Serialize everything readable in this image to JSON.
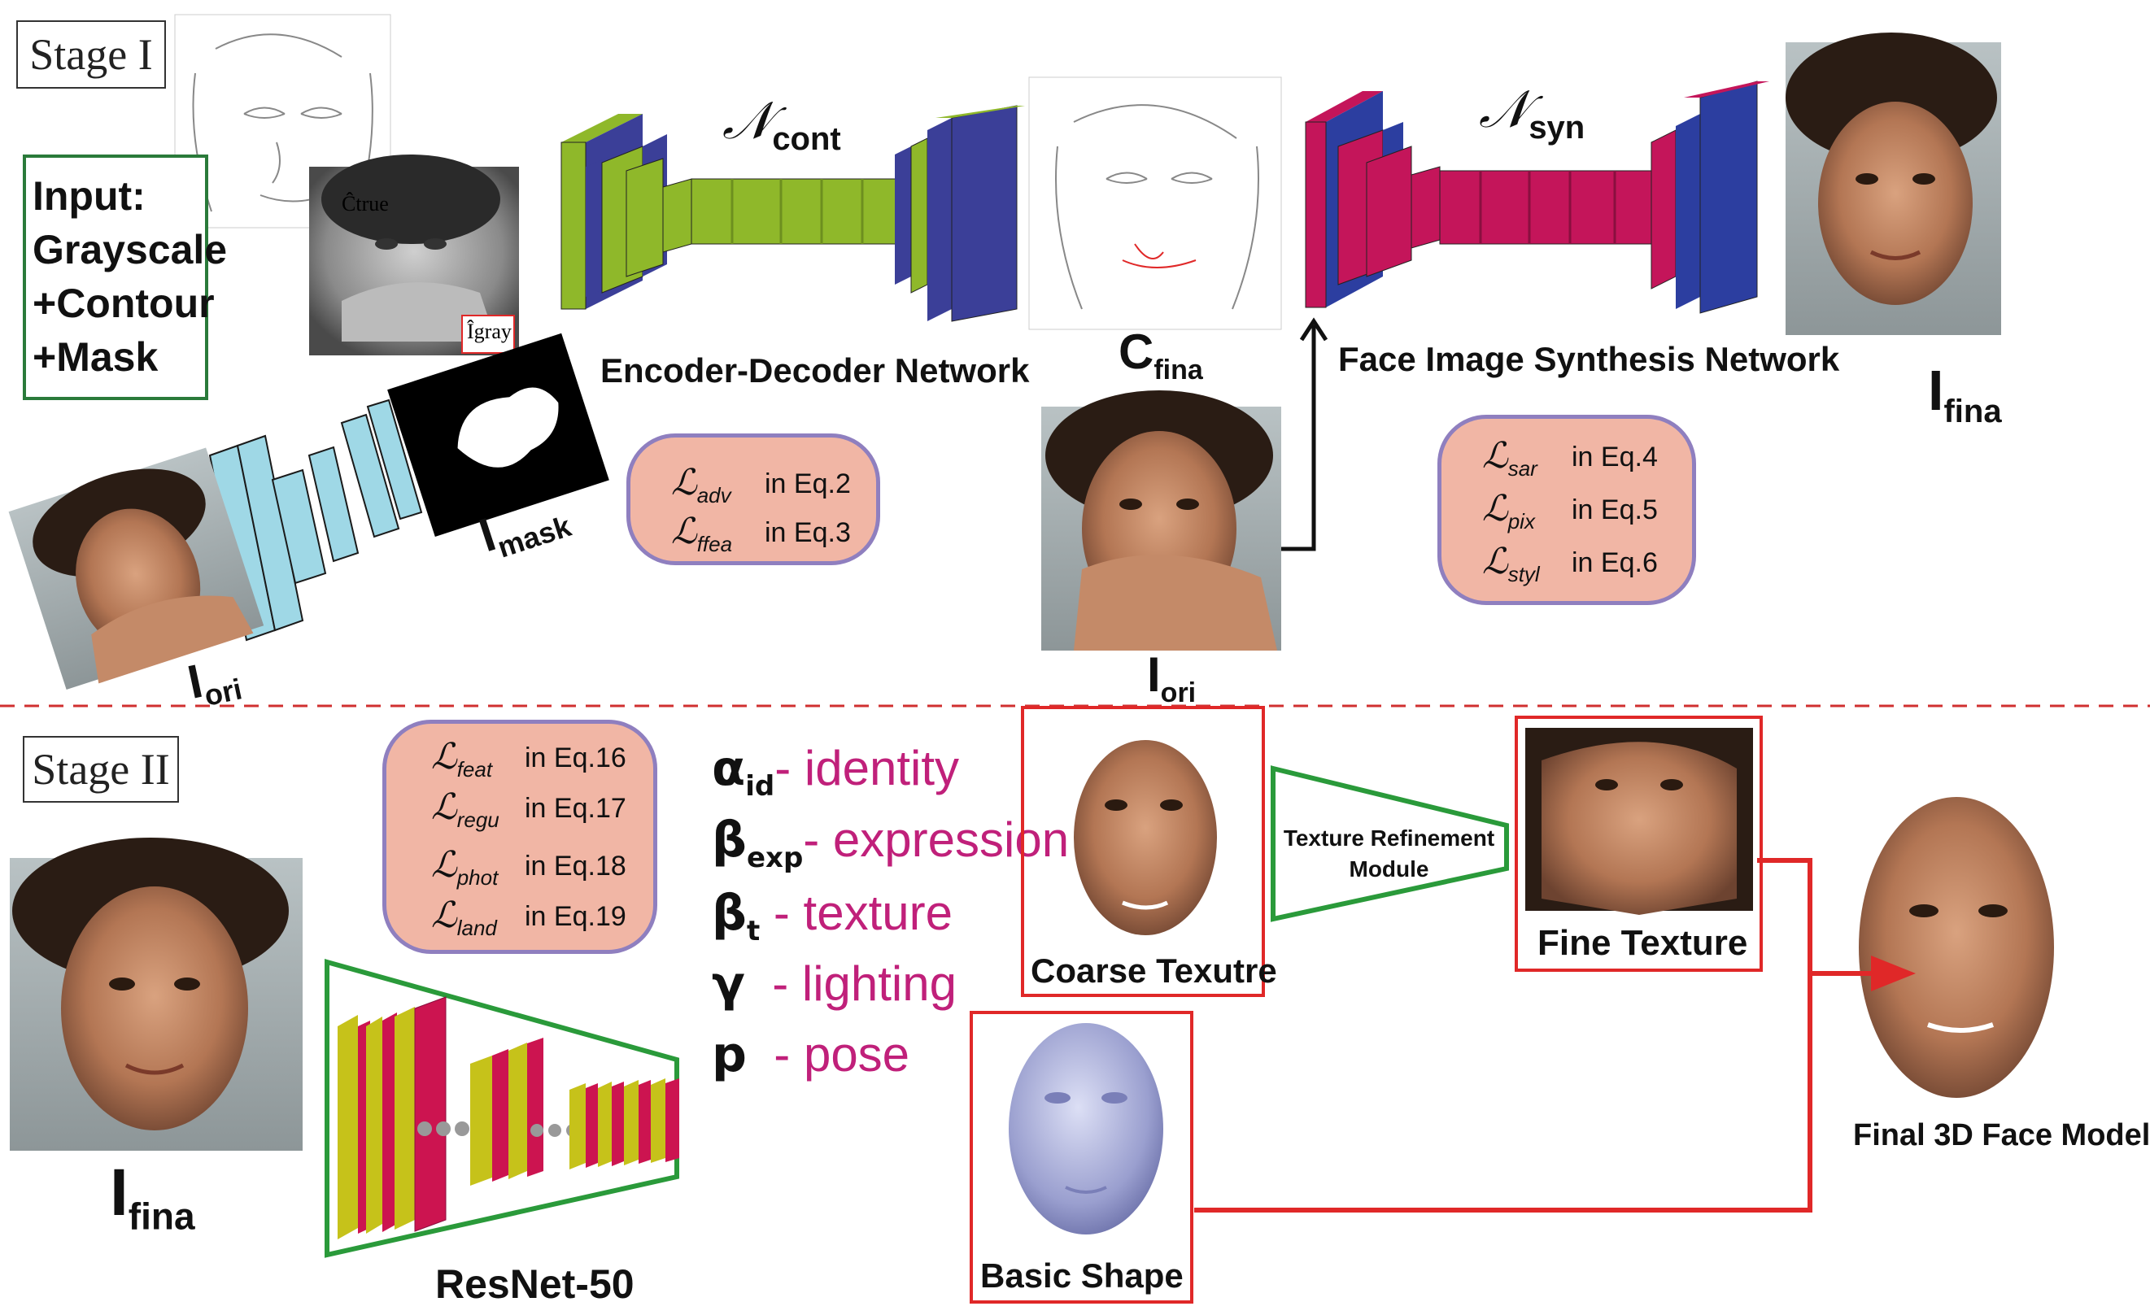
{
  "stage1": {
    "label": "Stage I",
    "input_box": [
      "Input:",
      "Grayscale",
      "+Contour",
      "+Mask"
    ],
    "labels": {
      "c_true": "Ĉtrue",
      "i_gray": "Îgray",
      "i_mask_main": "I",
      "i_mask_sub": "mask",
      "i_ori_main": "I",
      "i_ori_sub": "ori",
      "c_fina_main": "C",
      "c_fina_sub": "fina",
      "i_fina_main": "I",
      "i_fina_sub": "fina",
      "i_ori2_main": "I",
      "i_ori2_sub": "ori"
    },
    "n_cont": {
      "symbol": "𝒩",
      "sub": "cont"
    },
    "n_syn": {
      "symbol": "𝒩",
      "sub": "syn"
    },
    "encoder_title": "Encoder-Decoder Network",
    "synth_title": "Face Image Synthesis Network",
    "loss_box_1": [
      {
        "sym": "ℒ",
        "sub": "adv",
        "eq": "in Eq.2"
      },
      {
        "sym": "ℒ",
        "sub": "ffea",
        "eq": "in Eq.3"
      }
    ],
    "loss_box_2": [
      {
        "sym": "ℒ",
        "sub": "sar",
        "eq": "in Eq.4"
      },
      {
        "sym": "ℒ",
        "sub": "pix",
        "eq": "in Eq.5"
      },
      {
        "sym": "ℒ",
        "sub": "styl",
        "eq": "in Eq.6"
      }
    ]
  },
  "stage2": {
    "label": "Stage II",
    "loss_box": [
      {
        "sym": "ℒ",
        "sub": "feat",
        "eq": "in Eq.16"
      },
      {
        "sym": "ℒ",
        "sub": "regu",
        "eq": "in Eq.17"
      },
      {
        "sym": "ℒ",
        "sub": "phot",
        "eq": "in Eq.18"
      },
      {
        "sym": "ℒ",
        "sub": "land",
        "eq": "in Eq.19"
      }
    ],
    "params": [
      {
        "sym": "α",
        "sub": "id",
        "text": "- identity"
      },
      {
        "sym": "β",
        "sub": "exp",
        "text": "- expression"
      },
      {
        "sym": "β",
        "sub": "t",
        "text": " - texture"
      },
      {
        "sym": "γ",
        "sub": "",
        "text": "  - lighting"
      },
      {
        "sym": "p",
        "sub": "",
        "text": "  - pose"
      }
    ],
    "i_fina_main": "I",
    "i_fina_sub": "fina",
    "resnet_label": "ResNet-50",
    "coarse_label": "Coarse Texutre",
    "fine_label": "Fine Texture",
    "refine_label_1": "Texture Refinement",
    "refine_label_2": "Module",
    "basic_label": "Basic Shape",
    "final_label": "Final 3D Face Model"
  },
  "colors": {
    "encoder_green": "#8fb82a",
    "encoder_blue": "#3b3f98",
    "synth_red": "#c4155a",
    "synth_blue": "#2c3ea0",
    "resnet_yellow": "#c6c21a",
    "resnet_red": "#cc1450",
    "mask_cyan": "#9fd8e6",
    "loss_fill": "#f1b6a5",
    "loss_border": "#8f7fbf",
    "param_pink": "#c0207a",
    "red_line": "#e02828",
    "green_border": "#2a9a3a"
  }
}
